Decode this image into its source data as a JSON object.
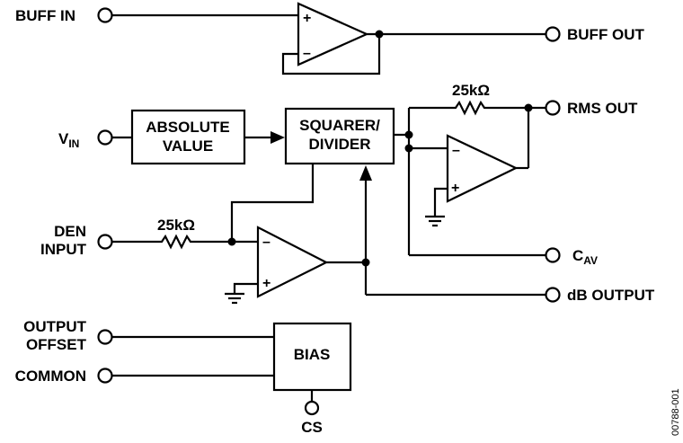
{
  "pins": {
    "buff_in": "BUFF IN",
    "buff_out": "BUFF OUT",
    "rms_out": "RMS OUT",
    "vin_main": "V",
    "vin_sub": "IN",
    "den_input_line1": "DEN",
    "den_input_line2": "INPUT",
    "cav_main": "C",
    "cav_sub": "AV",
    "db_output": "dB OUTPUT",
    "output_offset_line1": "OUTPUT",
    "output_offset_line2": "OFFSET",
    "common": "COMMON",
    "cs": "CS"
  },
  "blocks": {
    "absolute_value_line1": "ABSOLUTE",
    "absolute_value_line2": "VALUE",
    "squarer_divider_line1": "SQUARER/",
    "squarer_divider_line2": "DIVIDER",
    "bias": "BIAS"
  },
  "resistors": {
    "feedback": "25kΩ",
    "den": "25kΩ"
  },
  "opamp_signs": {
    "plus": "+",
    "minus": "–"
  },
  "figure_id": "00788-001"
}
